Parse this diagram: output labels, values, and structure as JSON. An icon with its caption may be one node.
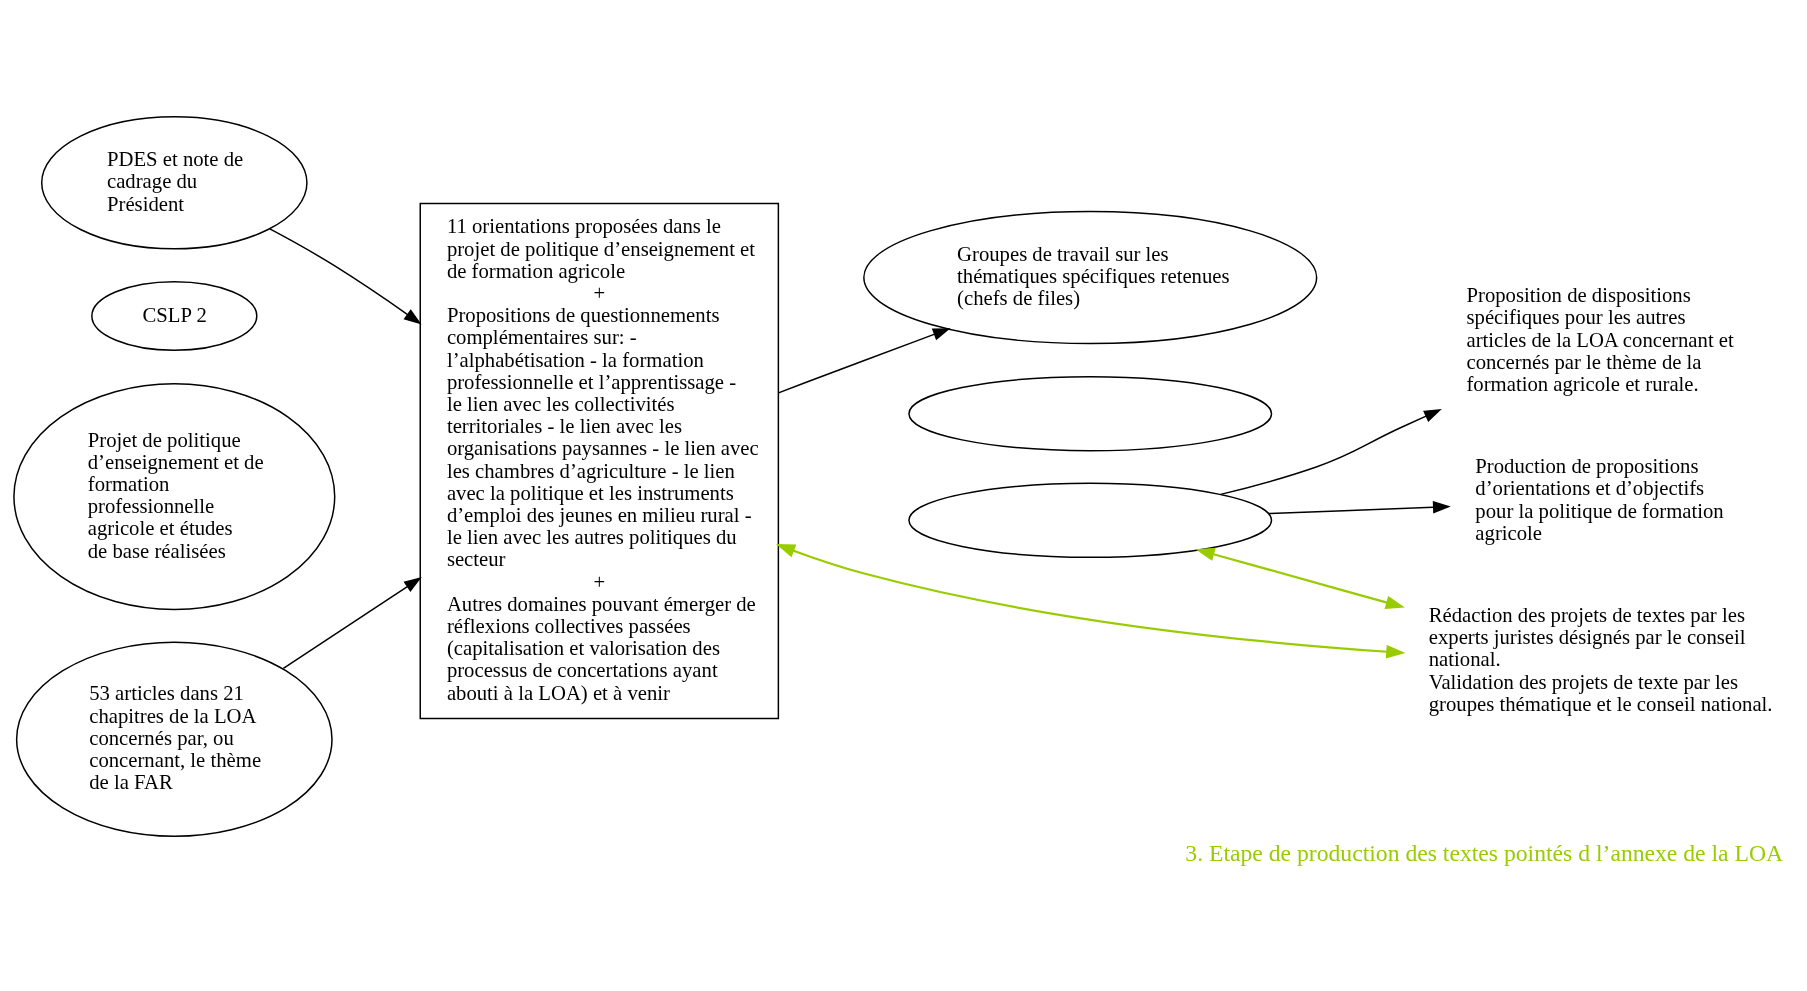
{
  "diagram": {
    "caption": "3. Etape de production des textes pointés d l’annexe de la LOA",
    "nodes": [
      {
        "text": [
          "PDES et note de cadrage du Président"
        ]
      },
      {
        "text": [
          "CSLP 2"
        ]
      },
      {
        "text": [
          "Projet de politique d’enseignement et de formation professionnelle agricole et études de base réalisées"
        ]
      },
      {
        "text": [
          "53 articles dans 21 chapitres de la LOA concernés par, ou concernant, le thème de la FAR"
        ]
      },
      {
        "text": [
          "11 orientations proposées dans le projet de politique d’enseignement et de formation agricole",
          "+",
          "Propositions de questionnements complémentaires sur: - l’alphabétisation - la formation professionnelle et l’apprentissage - le lien avec les collectivités territoriales - le lien avec les organisations paysannes - le lien avec les chambres d’agriculture - le lien avec la politique et les instruments d’emploi des jeunes en milieu rural - le lien avec les autres politiques du secteur",
          "+",
          "Autres domaines pouvant émerger de réflexions collectives passées (capitalisation et valorisation des processus de concertations ayant abouti à la LOA) et à venir"
        ]
      },
      {
        "text": [
          "Groupes de travail sur les thématiques spécifiques retenues (chefs de files)"
        ]
      },
      {
        "text": [],
        "shape": "ellipse"
      },
      {
        "text": [],
        "shape": "ellipse"
      },
      {
        "text": [
          "Production de propositions d’orientations et d’objectifs pour la politique de formation agricole"
        ]
      },
      {
        "text": [
          "Proposition de dispositions spécifiques pour les autres articles de la LOA concernant et concernés par le thème de la formation agricole et rurale."
        ]
      },
      {
        "text": [
          "Rédaction des projets de textes par les experts juristes désignés par le conseil national.",
          "Validation des projets de texte par les groupes thématique et le conseil national."
        ]
      }
    ],
    "edges": [
      {
        "from": 0,
        "to": 4,
        "arrow": "to"
      },
      {
        "from": 3,
        "to": 4,
        "arrow": "to"
      },
      {
        "from": 4,
        "to": 5,
        "arrow": "to"
      },
      {
        "from": 7,
        "to": 8,
        "arrow": "to"
      },
      {
        "from": 7,
        "to": 9,
        "arrow": "to"
      },
      {
        "from": 7,
        "to": 10,
        "arrow": "both",
        "color": "#99cc00"
      },
      {
        "from": 4,
        "to": 10,
        "arrow": "both",
        "color": "#99cc00"
      }
    ]
  }
}
